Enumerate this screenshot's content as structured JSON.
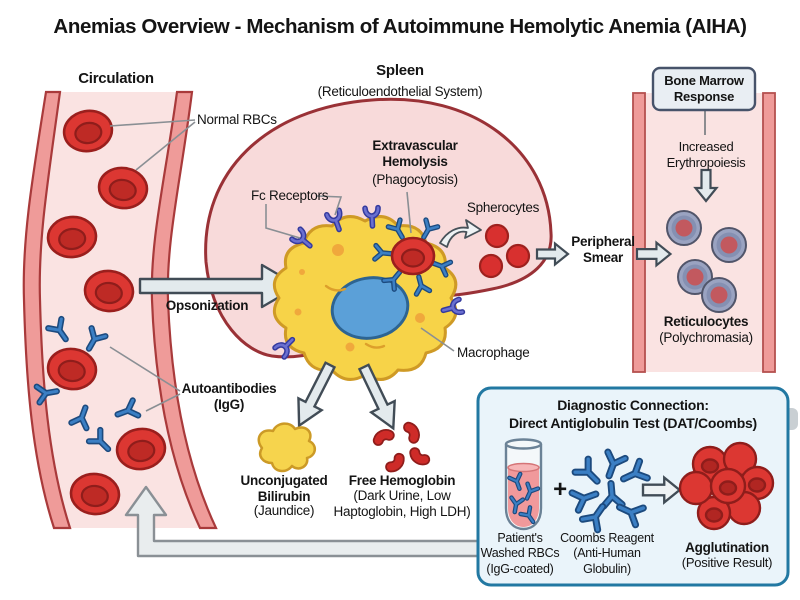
{
  "title": "Anemias Overview - Mechanism of Autoimmune Hemolytic Anemia (AIHA)",
  "sections": {
    "circulation": {
      "heading": "Circulation"
    },
    "spleen": {
      "heading": "Spleen",
      "subheading": "(Reticuloendothelial System)"
    },
    "bone_marrow": {
      "box_label": "Bone Marrow\nResponse"
    }
  },
  "labels": {
    "normal_rbcs": "Normal RBCs",
    "opsonization": "Opsonization",
    "autoantibodies": "Autoantibodies\n(IgG)",
    "fc_receptors": "Fc Receptors",
    "extravascular": "Extravascular\nHemolysis",
    "extravascular_sub": "(Phagocytosis)",
    "spherocytes": "Spherocytes",
    "macrophage": "Macrophage",
    "peripheral_smear": "Peripheral\nSmear",
    "increased_erythropoiesis": "Increased\nErythropoiesis",
    "reticulocytes": "Reticulocytes",
    "reticulocytes_sub": "(Polychromasia)",
    "unconjugated_bilirubin": "Unconjugated\nBilirubin",
    "unconjugated_bilirubin_sub": "(Jaundice)",
    "free_hemoglobin": "Free Hemoglobin",
    "free_hemoglobin_sub": "(Dark Urine, Low\nHaptoglobin, High LDH)"
  },
  "diagnostic": {
    "title": "Diagnostic Connection:\nDirect Antiglobulin Test (DAT/Coombs)",
    "plus": "+",
    "patient_rbcs": "Patient's\nWashed RBCs\n(IgG-coated)",
    "coombs_reagent": "Coombs Reagent\n(Anti-Human\nGlobulin)",
    "agglutination": "Agglutination",
    "agglutination_sub": "(Positive Result)"
  },
  "colors": {
    "rbc": "#DC3732",
    "rbc_outline": "#9A1F1D",
    "rbc_inner": "#BE2A25",
    "vessel_wall": "#EF9B99",
    "vessel_outline": "#A93A3B",
    "vessel_lumen": "#FAE3E2",
    "spleen_fill": "#F8DADA",
    "spleen_outline": "#9A3136",
    "macrophage": "#F7D348",
    "macrophage_outline": "#CF9A25",
    "nucleus": "#5BA0D8",
    "nucleus_outline": "#2D6492",
    "antibody_blue": "#3B7FC4",
    "fc_receptor_purple": "#6A6FD0",
    "reticulocyte_body": "#9AA3C1",
    "reticulocyte_center": "#C2595F",
    "bilirubin_yellow": "#F6D44D",
    "marrow_box_fill": "#E9EEF3",
    "marrow_box_outline": "#47536A",
    "diagnostic_fill": "#EAF4FA",
    "diagnostic_outline": "#2278A2",
    "arrow_fill": "#E3EAED",
    "arrow_outline": "#414C56",
    "feedback_arrow_fill": "#E9EDEE",
    "feedback_arrow_outline": "#8A9095",
    "pointer_line": "#8A8F94",
    "text": "#141414"
  }
}
